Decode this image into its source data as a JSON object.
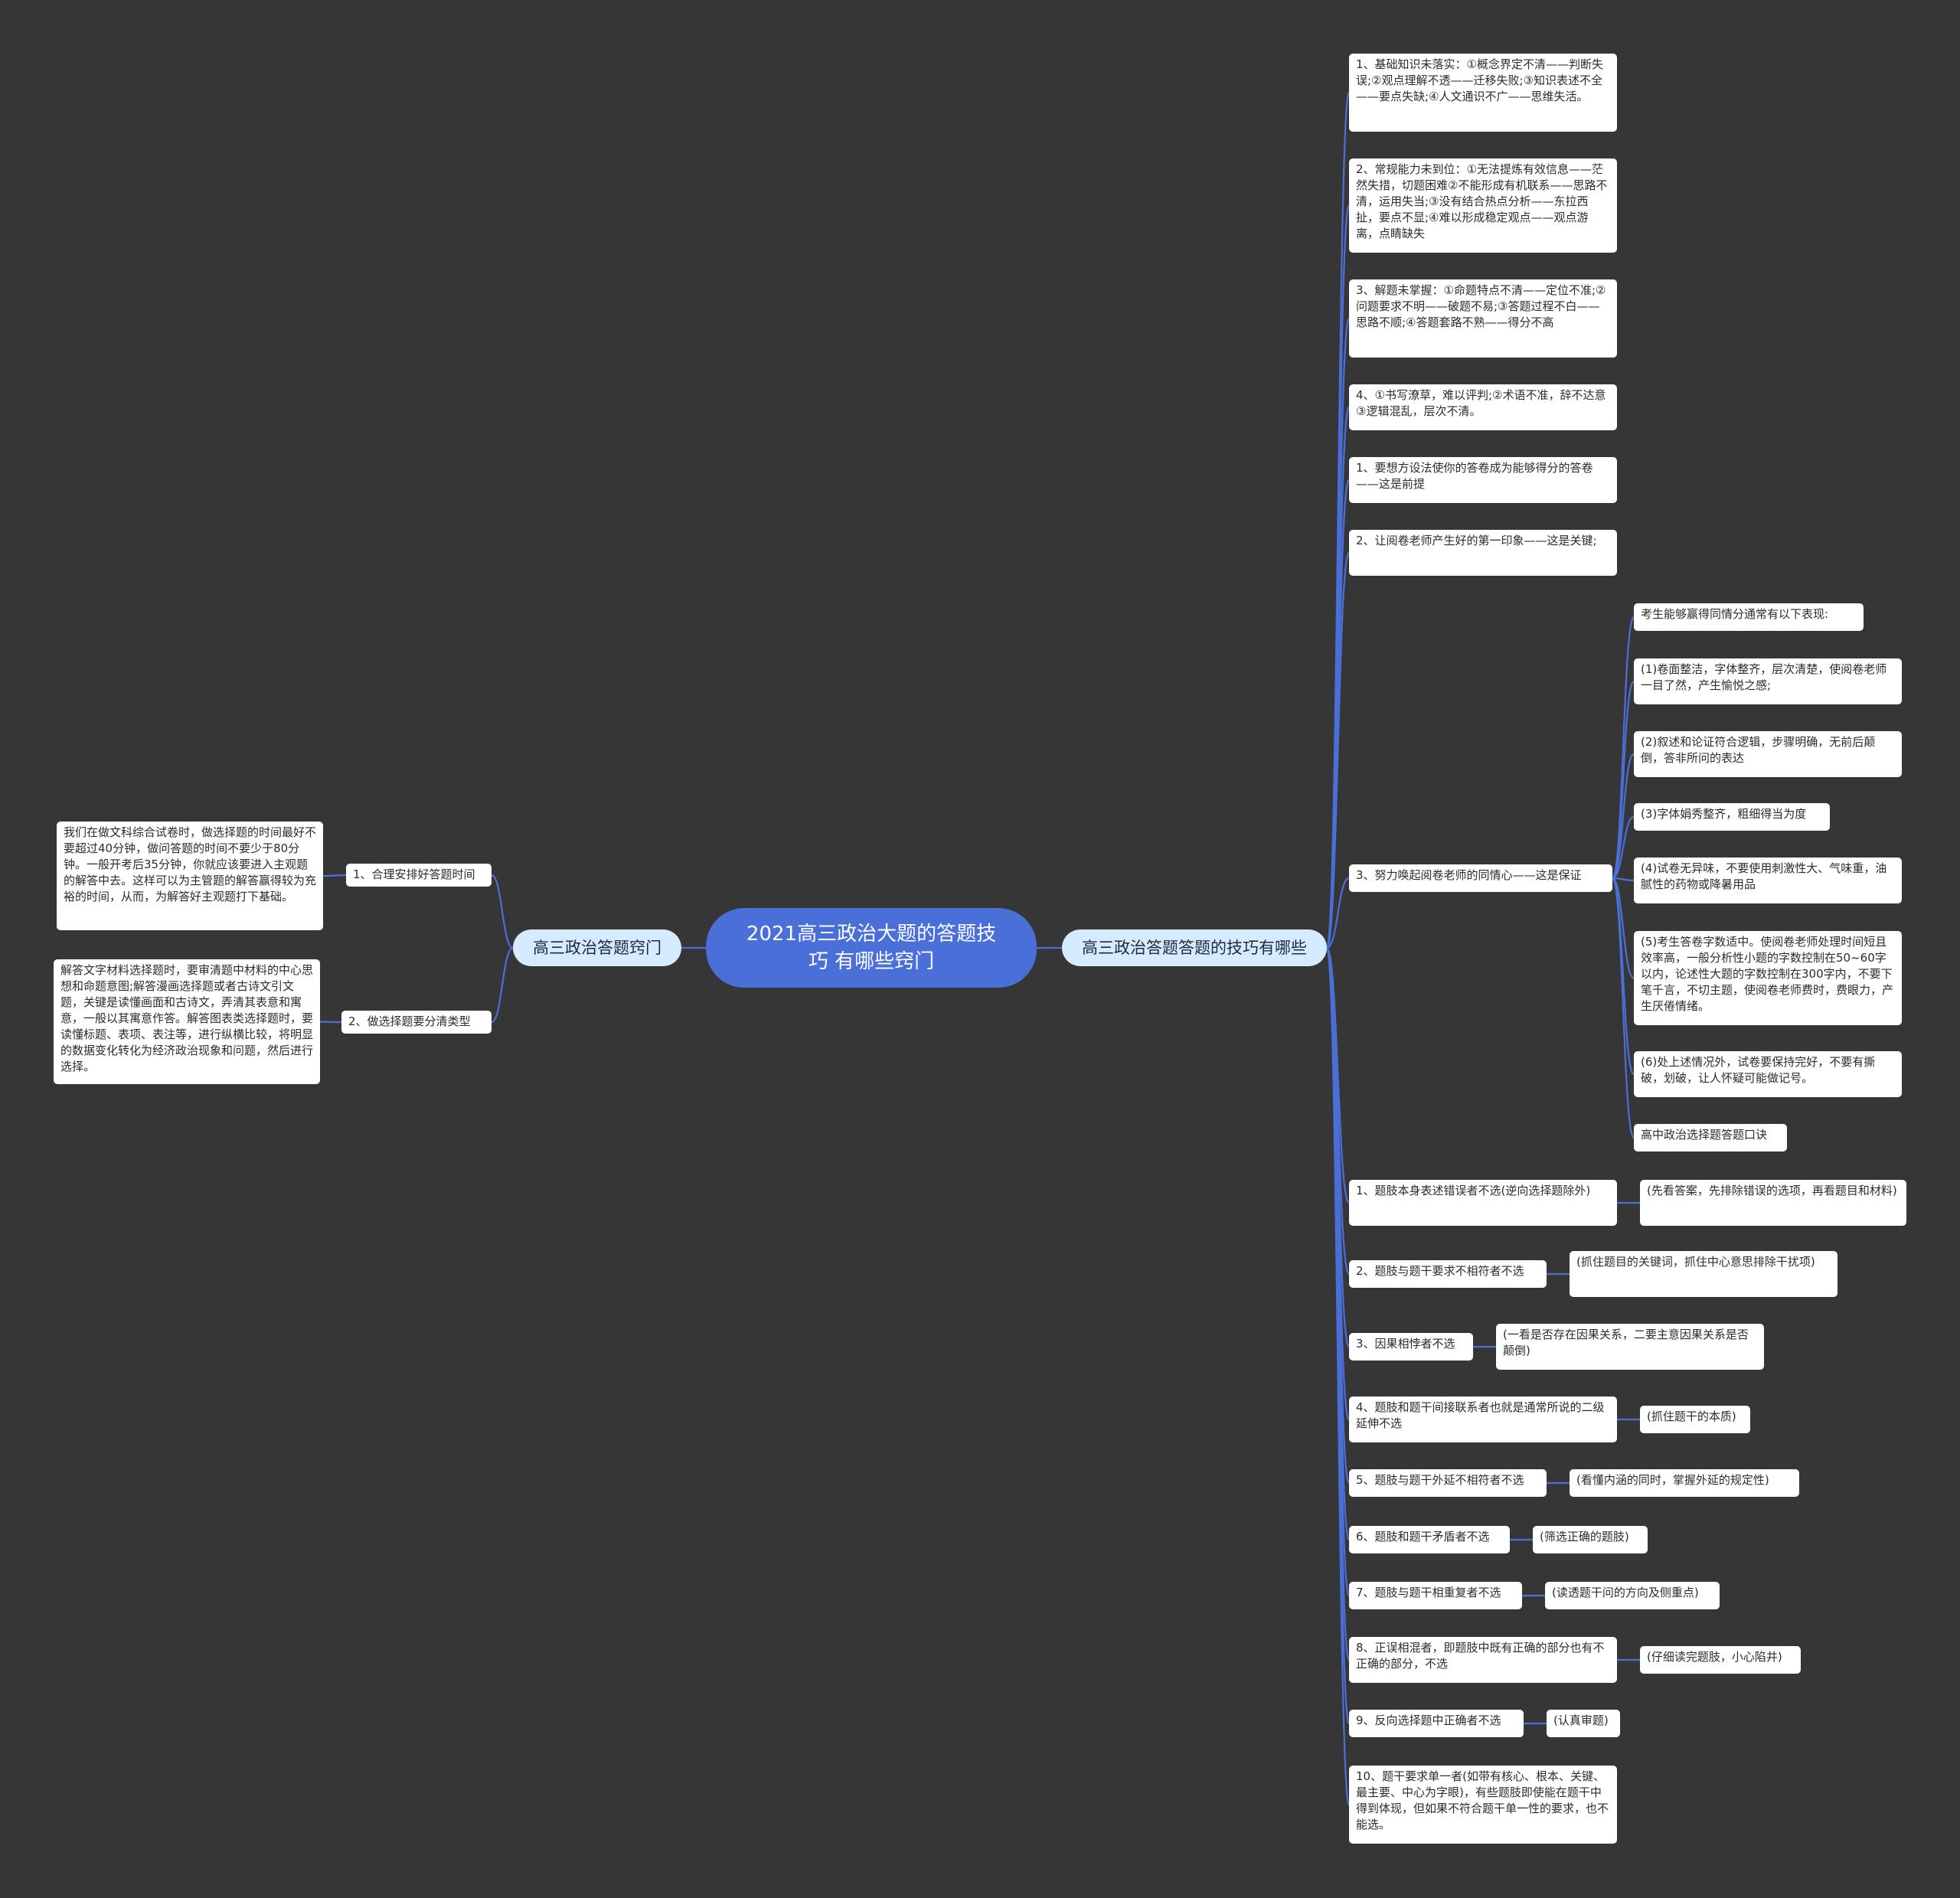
{
  "root": "2021高三政治大题的答题技巧 有哪些窍门",
  "left_branch": {
    "label": "高三政治答题窍门",
    "items": [
      {
        "label": "1、合理安排好答题时间",
        "detail": "我们在做文科综合试卷时，做选择题的时间最好不要超过40分钟，做问答题的时间不要少于80分钟。一般开考后35分钟，你就应该要进入主观题的解答中去。这样可以为主管题的解答赢得较为充裕的时间，从而，为解答好主观题打下基础。"
      },
      {
        "label": "2、做选择题要分清类型",
        "detail": "解答文字材料选择题时，要审清题中材料的中心思想和命题意图;解答漫画选择题或者古诗文引文题，关键是读懂画面和古诗文，弄清其表意和寓意，一般以其寓意作答。解答图表类选择题时，要读懂标题、表项、表注等，进行纵横比较，将明显的数据变化转化为经济政治现象和问题，然后进行选择。"
      }
    ]
  },
  "right_branch": {
    "label": "高三政治答题答题的技巧有哪些",
    "items": [
      "1、基础知识未落实：①概念界定不清——判断失误;②观点理解不透——迁移失败;③知识表述不全——要点失缺;④人文通识不广——思维失活。",
      "2、常规能力未到位：①无法提炼有效信息——茫然失措，切题困难②不能形成有机联系——思路不清，运用失当;③没有结合热点分析——东拉西扯，要点不显;④难以形成稳定观点——观点游离，点睛缺失",
      "3、解题未掌握：①命题特点不清——定位不准;②问题要求不明——破题不易;③答题过程不白——思路不顺;④答题套路不熟——得分不高",
      "4、①书写潦草，难以评判;②术语不准，辞不达意③逻辑混乱，层次不清。",
      "1、要想方设法使你的答卷成为能够得分的答卷——这是前提",
      "2、让阅卷老师产生好的第一印象——这是关键;",
      "3、努力唤起阅卷老师的同情心——这是保证"
    ],
    "sympathy_children": [
      "考生能够赢得同情分通常有以下表现:",
      "(1)卷面整洁，字体整齐，层次清楚，使阅卷老师一目了然，产生愉悦之感;",
      "(2)叙述和论证符合逻辑，步骤明确，无前后颠倒，答非所问的表达",
      "(3)字体娟秀整齐，粗细得当为度",
      "(4)试卷无异味，不要使用刺激性大、气味重，油腻性的药物或降暑用品",
      "(5)考生答卷字数适中。使阅卷老师处理时间短且效率高，一般分析性小题的字数控制在50~60字以内，论述性大题的字数控制在300字内，不要下笔千言，不切主题，使阅卷老师费时，费眼力，产生厌倦情绪。",
      "(6)处上述情况外，试卷要保持完好，不要有撕破，划破，让人怀疑可能做记号。",
      "高中政治选择题答题口诀"
    ],
    "rules": [
      {
        "label": "1、题肢本身表述错误者不选(逆向选择题除外)",
        "note": "(先看答案，先排除错误的选项，再看题目和材料)"
      },
      {
        "label": "2、题肢与题干要求不相符者不选",
        "note": "(抓住题目的关键词，抓住中心意思排除干扰项)"
      },
      {
        "label": "3、因果相悖者不选",
        "note": "(一看是否存在因果关系，二要主意因果关系是否颠倒)"
      },
      {
        "label": "4、题肢和题干间接联系者也就是通常所说的二级延伸不选",
        "note": "(抓住题干的本质)"
      },
      {
        "label": "5、题肢与题干外延不相符者不选",
        "note": "(看懂内涵的同时，掌握外延的规定性)"
      },
      {
        "label": "6、题肢和题干矛盾者不选",
        "note": "(筛选正确的题肢)"
      },
      {
        "label": "7、题肢与题干相重复者不选",
        "note": "(读透题干问的方向及侧重点)"
      },
      {
        "label": "8、正误相混者，即题肢中既有正确的部分也有不正确的部分，不选",
        "note": "(仔细读完题肢，小心陷井)"
      },
      {
        "label": "9、反向选择题中正确者不选",
        "note": "(认真审题)"
      },
      {
        "label": "10、题干要求单一者(如带有核心、根本、关键、最主要、中心为字眼)，有些题肢即使能在题干中得到体现，但如果不符合题干单一性的要求，也不能选。",
        "note": ""
      }
    ]
  }
}
